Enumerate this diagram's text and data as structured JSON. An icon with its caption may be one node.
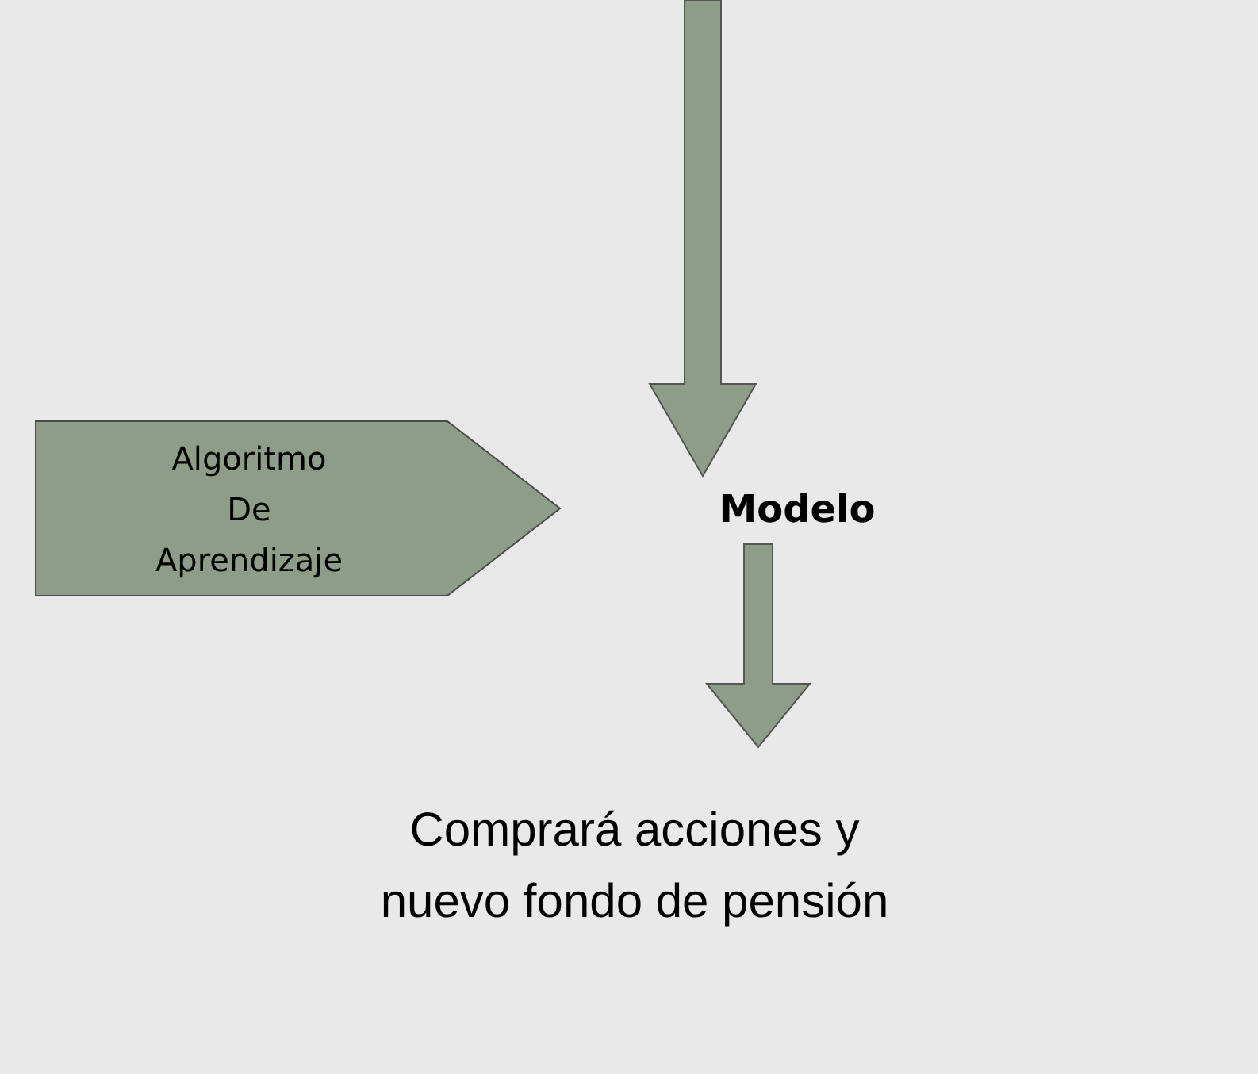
{
  "diagram": {
    "nodes": [
      {
        "text": [
          "Algoritmo De Aprendizaje"
        ]
      },
      {
        "text": [
          "Modelo"
        ]
      },
      {
        "text": [
          "Comprará acciones y nuevo fondo de pensión"
        ]
      }
    ],
    "edges": [
      {
        "from": null,
        "to": 1,
        "arrow": "to",
        "style": "thick"
      },
      {
        "from": 1,
        "to": 2,
        "arrow": "to",
        "style": "thick"
      }
    ]
  }
}
